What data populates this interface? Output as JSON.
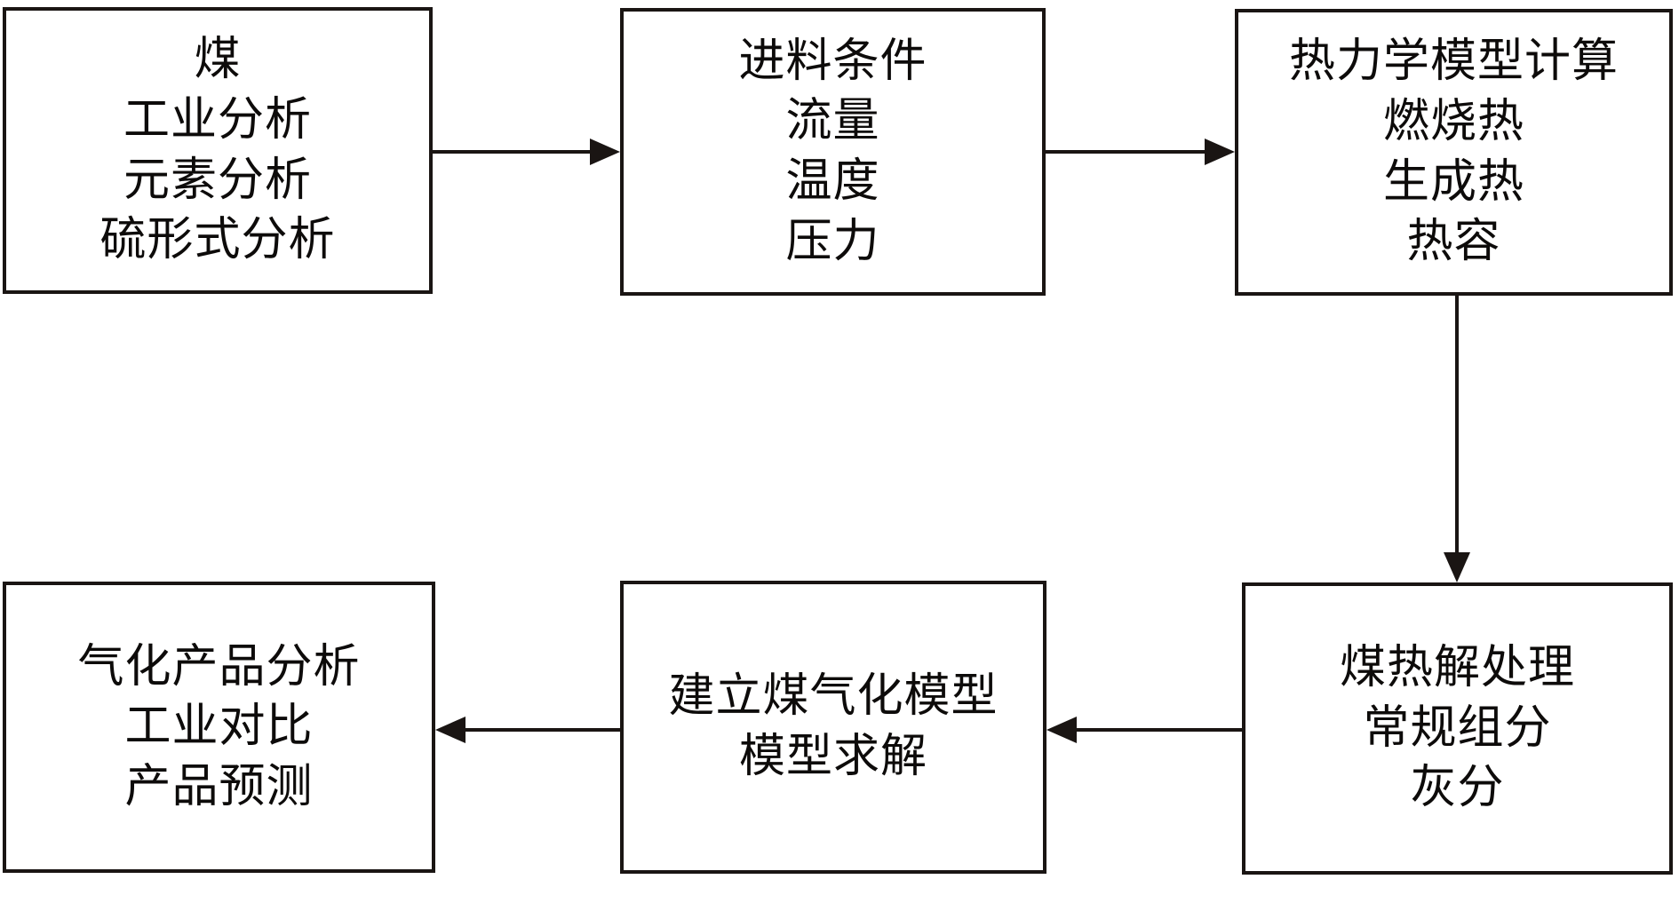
{
  "diagram": {
    "type": "flowchart",
    "orientation": "two-row-serpentine",
    "background_color": "#ffffff",
    "line_color": "#1a1513",
    "text_color": "#0d0b0a",
    "nodes": [
      {
        "id": "coal",
        "name": "coal-input",
        "lines": [
          "煤",
          "工业分析",
          "元素分析",
          "硫形式分析"
        ]
      },
      {
        "id": "feed",
        "name": "feed-conditions",
        "lines": [
          "进料条件",
          "流量",
          "温度",
          "压力"
        ]
      },
      {
        "id": "thermo",
        "name": "thermodynamic-model-calculation",
        "lines": [
          "热力学模型计算",
          "燃烧热",
          "生成热",
          "热容"
        ]
      },
      {
        "id": "pyrolysis",
        "name": "coal-pyrolysis-treatment",
        "lines": [
          "煤热解处理",
          "常规组分",
          "灰分"
        ]
      },
      {
        "id": "model",
        "name": "coal-gasification-model",
        "lines": [
          "建立煤气化模型",
          "模型求解"
        ]
      },
      {
        "id": "products",
        "name": "gasification-product-analysis",
        "lines": [
          "气化产品分析",
          "工业对比",
          "产品预测"
        ]
      }
    ],
    "edges": [
      {
        "id": "coal-feed",
        "from": "coal",
        "to": "feed",
        "direction": "right"
      },
      {
        "id": "feed-thermo",
        "from": "feed",
        "to": "thermo",
        "direction": "right"
      },
      {
        "id": "thermo-pyrolysis",
        "from": "thermo",
        "to": "pyrolysis",
        "direction": "down"
      },
      {
        "id": "pyrolysis-model",
        "from": "pyrolysis",
        "to": "model",
        "direction": "left"
      },
      {
        "id": "model-products",
        "from": "model",
        "to": "products",
        "direction": "left"
      }
    ]
  }
}
